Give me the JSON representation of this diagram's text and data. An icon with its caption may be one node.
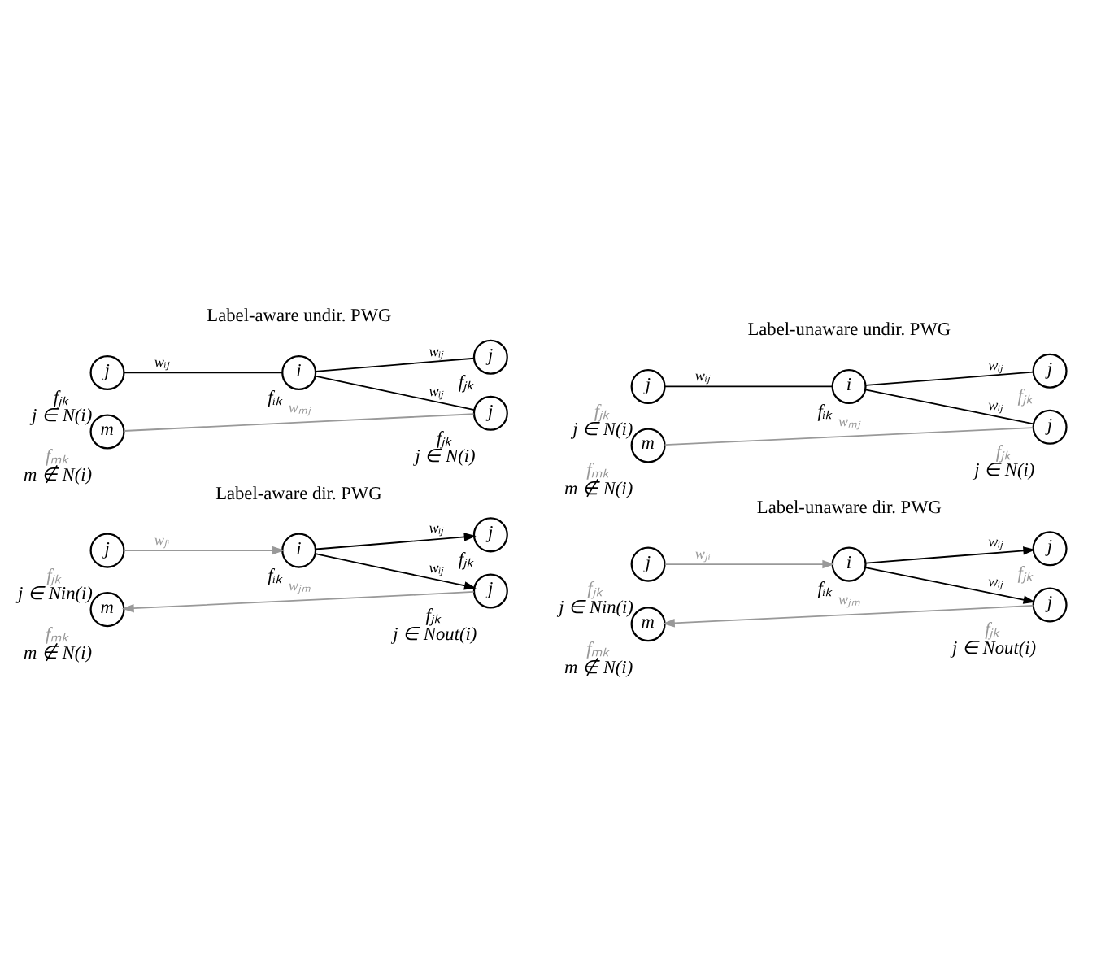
{
  "diagram": {
    "nodes": [
      {
        "text": [
          "j"
        ],
        "beside": [
          "fⱼₖ",
          "j ∈ N(i)"
        ]
      },
      {
        "text": [
          "j"
        ],
        "beside": [
          "fⱼₖ"
        ]
      },
      {
        "text": [
          "i"
        ],
        "beside": [
          "fᵢₖ"
        ]
      },
      {
        "text": [
          "m"
        ],
        "beside": [
          "fₘₖ",
          "m ∉ N(i)"
        ]
      },
      {
        "text": [
          "j"
        ],
        "beside": [
          "fⱼₖ",
          "j ∈ N(i)"
        ]
      },
      {
        "text": [
          "j"
        ],
        "beside": [
          "fⱼₖ",
          "j ∈ N(i)"
        ]
      },
      {
        "text": [
          "j"
        ],
        "beside": [
          "fⱼₖ"
        ]
      },
      {
        "text": [
          "i"
        ],
        "beside": [
          "fᵢₖ"
        ]
      },
      {
        "text": [
          "m"
        ],
        "beside": [
          "fₘₖ",
          "m ∉ N(i)"
        ]
      },
      {
        "text": [
          "j"
        ],
        "beside": [
          "fⱼₖ",
          "j ∈ N(i)"
        ]
      },
      {
        "text": [
          "j"
        ],
        "beside": [
          "fⱼₖ",
          "j ∈ Nin(i)"
        ]
      },
      {
        "text": [
          "j"
        ],
        "beside": [
          "fⱼₖ"
        ]
      },
      {
        "text": [
          "i"
        ],
        "beside": [
          "fᵢₖ"
        ]
      },
      {
        "text": [
          "m"
        ],
        "beside": [
          "fₘₖ",
          "m ∉ N(i)"
        ]
      },
      {
        "text": [
          "j"
        ],
        "beside": [
          "fⱼₖ",
          "j ∈ Nout(i)"
        ]
      },
      {
        "text": [
          "j"
        ],
        "beside": [
          "fⱼₖ",
          "j ∈ Nin(i)"
        ]
      },
      {
        "text": [
          "j"
        ],
        "beside": [
          "fⱼₖ"
        ]
      },
      {
        "text": [
          "i"
        ],
        "beside": [
          "fᵢₖ"
        ]
      },
      {
        "text": [
          "m"
        ],
        "beside": [
          "fₘₖ",
          "m ∉ N(i)"
        ]
      },
      {
        "text": [
          "j"
        ],
        "beside": [
          "fⱼₖ",
          "j ∈ Nout(i)"
        ]
      }
    ],
    "edges": [
      {
        "from": 0,
        "to": 2,
        "arrow": "none",
        "label": "wᵢⱼ"
      },
      {
        "from": 2,
        "to": 1,
        "arrow": "none",
        "label": "wᵢⱼ"
      },
      {
        "from": 2,
        "to": 4,
        "arrow": "none",
        "label": "wᵢⱼ"
      },
      {
        "from": 3,
        "to": 4,
        "arrow": "none",
        "label": "wₘⱼ",
        "color": "#999999"
      },
      {
        "from": 5,
        "to": 7,
        "arrow": "none",
        "label": "wᵢⱼ"
      },
      {
        "from": 7,
        "to": 6,
        "arrow": "none",
        "label": "wᵢⱼ"
      },
      {
        "from": 7,
        "to": 9,
        "arrow": "none",
        "label": "wᵢⱼ"
      },
      {
        "from": 8,
        "to": 9,
        "arrow": "none",
        "label": "wₘⱼ",
        "color": "#999999"
      },
      {
        "from": 10,
        "to": 12,
        "arrow": "to",
        "label": "wⱼᵢ",
        "color": "#999999"
      },
      {
        "from": 12,
        "to": 11,
        "arrow": "to",
        "label": "wᵢⱼ"
      },
      {
        "from": 12,
        "to": 14,
        "arrow": "to",
        "label": "wᵢⱼ"
      },
      {
        "from": 14,
        "to": 13,
        "arrow": "to",
        "label": "wⱼₘ",
        "color": "#999999"
      },
      {
        "from": 15,
        "to": 17,
        "arrow": "to",
        "label": "wⱼᵢ",
        "color": "#999999"
      },
      {
        "from": 17,
        "to": 16,
        "arrow": "to",
        "label": "wᵢⱼ"
      },
      {
        "from": 17,
        "to": 19,
        "arrow": "to",
        "label": "wᵢⱼ"
      },
      {
        "from": 19,
        "to": 18,
        "arrow": "to",
        "label": "wⱼₘ",
        "color": "#999999"
      }
    ],
    "labels": [
      "Label-aware undir. PWG",
      "Label-unaware undir. PWG",
      "Label-aware dir. PWG",
      "Label-unaware dir. PWG"
    ]
  }
}
